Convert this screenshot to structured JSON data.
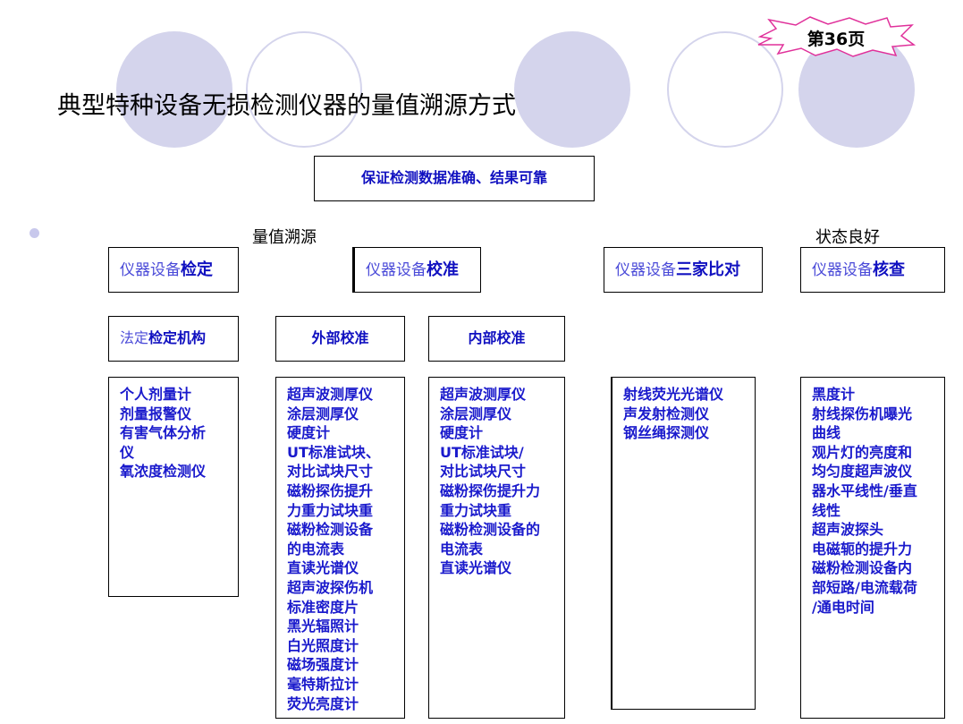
{
  "page_badge": "第36页",
  "title": "典型特种设备无损检测仪器的量值溯源方式",
  "goal": "保证检测数据准确、结果可靠",
  "labels": {
    "traceability": "量值溯源",
    "good_state": "状态良好"
  },
  "row1": [
    {
      "prefix": "仪器设备",
      "bold": "检定"
    },
    {
      "prefix": "仪器设备",
      "bold": "校准"
    },
    {
      "prefix": "仪器设备",
      "bold": "三家比对"
    },
    {
      "prefix": "仪器设备",
      "bold": "核查"
    }
  ],
  "row2": [
    {
      "prefix": "法定",
      "bold": "检定机构"
    },
    {
      "text": "外部校准"
    },
    {
      "text": "内部校准"
    }
  ],
  "lists": {
    "verification": [
      "个人剂量计",
      "剂量报警仪",
      "有害气体分析",
      "仪",
      "氧浓度检测仪"
    ],
    "external": [
      "超声波测厚仪",
      "涂层测厚仪",
      "硬度计",
      "UT标准试块、",
      "对比试块尺寸",
      "磁粉探伤提升",
      "力重力试块重",
      "磁粉检测设备",
      "的电流表",
      "直读光谱仪",
      "超声波探伤机",
      "标准密度片",
      "黑光辐照计",
      "白光照度计",
      "磁场强度计",
      "毫特斯拉计",
      "荧光亮度计"
    ],
    "internal": [
      "超声波测厚仪",
      "涂层测厚仪",
      "硬度计",
      "UT标准试块/",
      "对比试块尺寸",
      "磁粉探伤提升力",
      "重力试块重",
      "磁粉检测设备的",
      "电流表",
      "直读光谱仪"
    ],
    "comparison": [
      "射线荧光光谱仪",
      "声发射检测仪",
      "钢丝绳探测仪"
    ],
    "check": [
      "黑度计",
      "射线探伤机曝光",
      "曲线",
      "观片灯的亮度和",
      "均匀度超声波仪",
      "器水平线性/垂直",
      "线性",
      "超声波探头",
      "电磁轭的提升力",
      "磁粉检测设备内",
      "部短路/电流载荷",
      "/通电时间"
    ]
  }
}
